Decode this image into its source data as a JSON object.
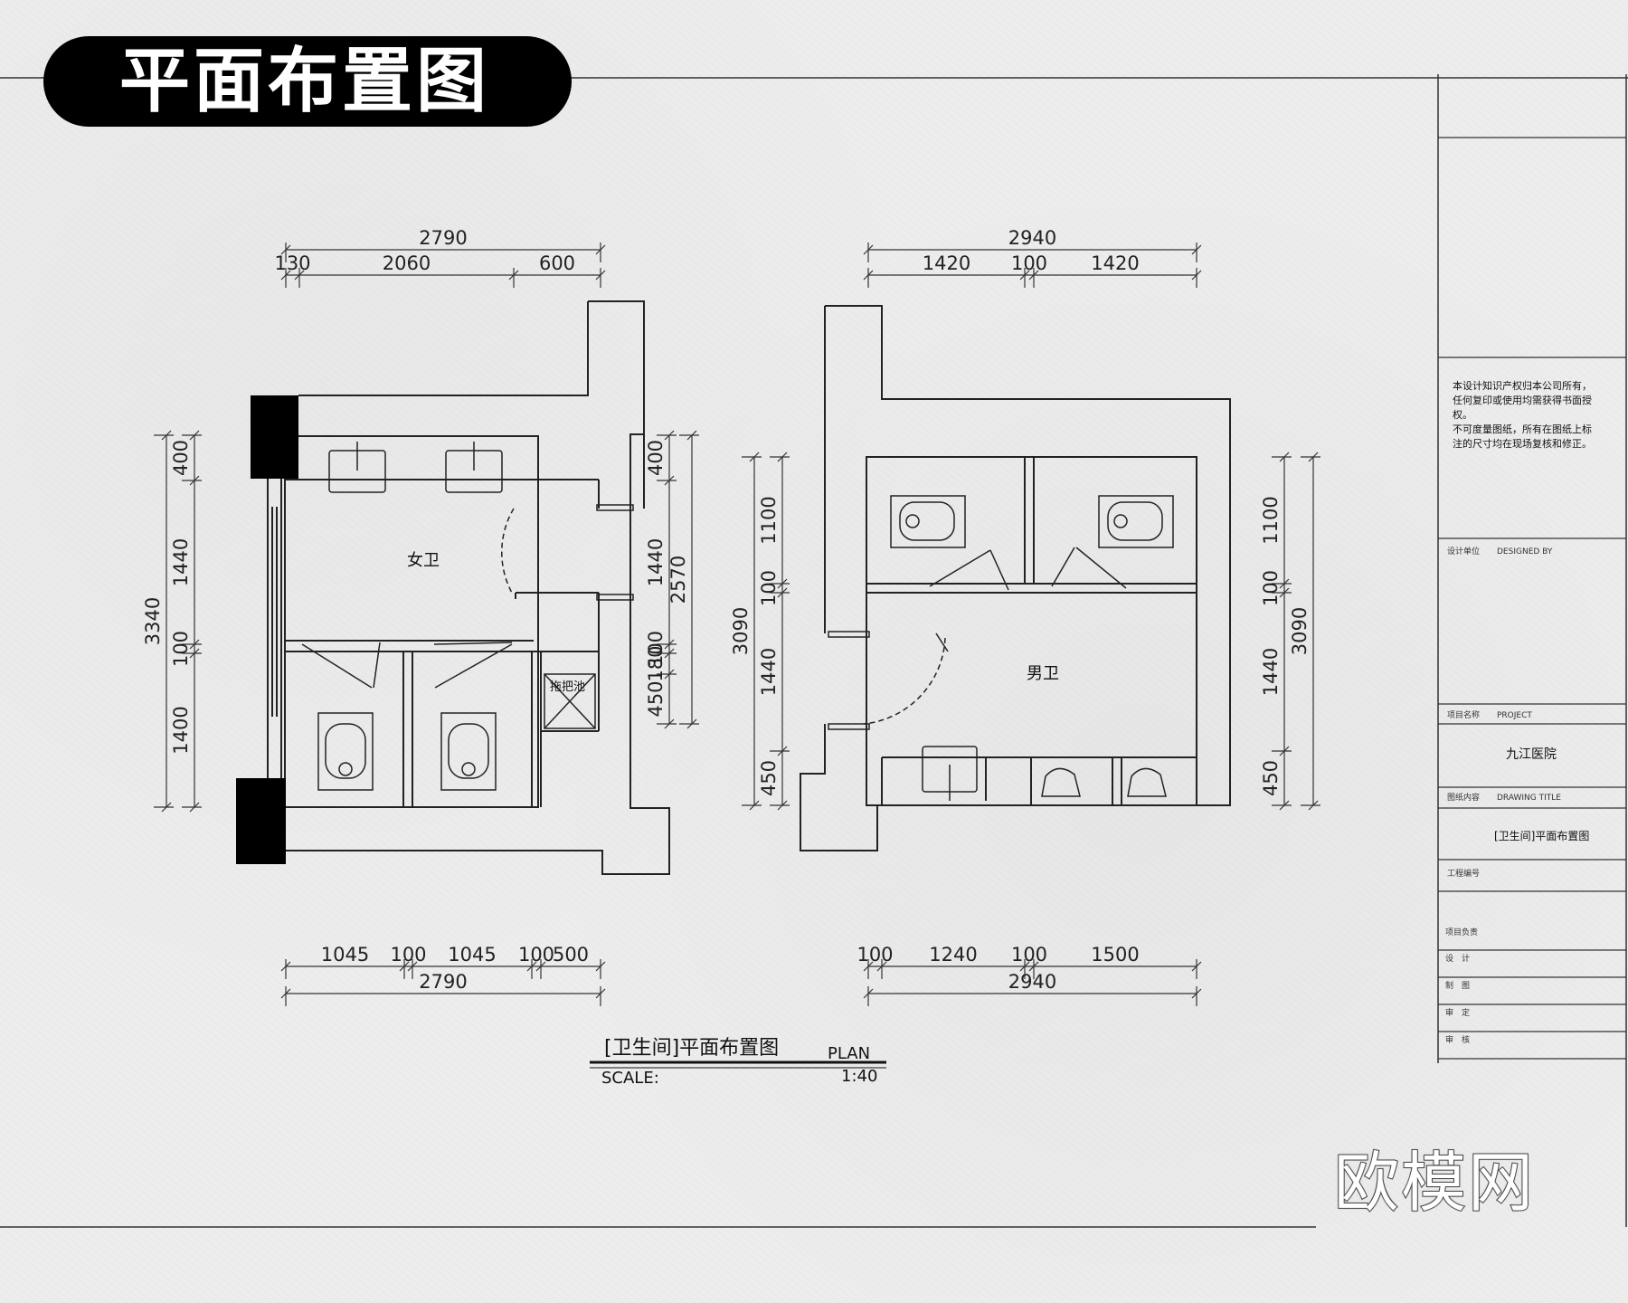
{
  "banner": {
    "title": "平面布置图"
  },
  "left_plan": {
    "room_label": "女卫",
    "mop_label": "拖把池",
    "top_total": "2790",
    "top_parts": [
      "130",
      "2060",
      "600"
    ],
    "left_total": "3340",
    "left_parts": [
      "400",
      "1440",
      "100",
      "1400"
    ],
    "right_total": "2570",
    "right_parts": [
      "400",
      "1440",
      "100",
      "180",
      "450"
    ],
    "bottom_parts": [
      "1045",
      "100",
      "1045",
      "100",
      "500"
    ],
    "bottom_total": "2790"
  },
  "right_plan": {
    "room_label": "男卫",
    "top_total": "2940",
    "top_parts": [
      "1420",
      "100",
      "1420"
    ],
    "left_total": "3090",
    "left_parts": [
      "1100",
      "100",
      "1440",
      "450"
    ],
    "right_total": "3090",
    "right_parts": [
      "1100",
      "100",
      "1440",
      "450"
    ],
    "bottom_parts": [
      "100",
      "1240",
      "100",
      "1500"
    ],
    "bottom_total": "2940"
  },
  "caption": {
    "title": "[卫生间]平面布置图",
    "plan": "PLAN",
    "scale_label": "SCALE:",
    "scale_value": "1:40"
  },
  "title_block": {
    "notice_cn": "本设计知识产权归本公司所有，任何复印或使用均需获得书面授权。不可度量图纸，所有在图纸上标注的尺寸均在现场复核和修正。",
    "designed_by_label": "设计单位",
    "designed_by_en": "DESIGNED BY",
    "project_label": "项目名称",
    "project_en": "PROJECT",
    "project_name": "九江医院",
    "drawing_title_label": "图纸内容",
    "drawing_title_en": "DRAWING TITLE",
    "drawing_title": "[卫生间]平面布置图",
    "job_no_label": "工程编号",
    "rows": [
      "项目负责",
      "设　计",
      "制　图",
      "审　定",
      "审　核"
    ]
  },
  "watermark": {
    "brand": "欧模网"
  }
}
